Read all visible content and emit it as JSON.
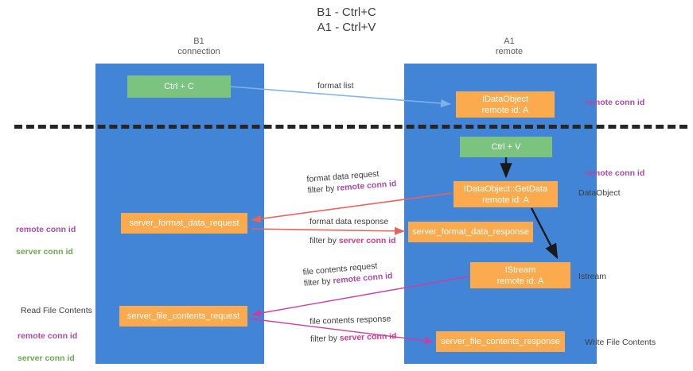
{
  "title": "B1 - Ctrl+C\nA1 - Ctrl+V",
  "columns": {
    "left": "B1\nconnection",
    "right": "A1\nremote"
  },
  "nodes": {
    "ctrl_c": "Ctrl + C",
    "idataobject": "IDataObject\nremote id: A",
    "ctrl_v": "Ctrl + V",
    "getdata": "IDataObject::GetData\nremote id: A",
    "server_format_data_request": "server_format_data_request",
    "server_format_data_response": "server_format_data_response",
    "istream": "IStream\nremote id: A",
    "server_file_contents_request": "server_file_contents_request",
    "server_file_contents_response": "server_file_contents_response"
  },
  "flow_labels": {
    "format_list": "format list",
    "format_data_request": "format data request",
    "format_data_request_filter_prefix": "filter by ",
    "format_data_request_filter_key": "remote conn id",
    "format_data_response": "format data response",
    "format_data_response_filter_prefix": "filter by ",
    "format_data_response_filter_key": "server conn id",
    "file_contents_request": "file contents request",
    "file_contents_request_filter_prefix": "filter by ",
    "file_contents_request_filter_key": "remote conn id",
    "file_contents_response": "file contents response",
    "file_contents_response_filter_prefix": "filter by ",
    "file_contents_response_filter_key": "server conn id"
  },
  "annotations": {
    "remote_conn_id_top": "remote conn id",
    "remote_conn_id_mid": "remote conn id",
    "dataobject": "DataObject",
    "istream": "Istream",
    "write_file_contents": "Write File Contents",
    "read_file_contents": "Read File Contents",
    "left_remote_conn_id": "remote conn id",
    "left_server_conn_id": "server conn id",
    "left_remote_conn_id_2": "remote conn id",
    "left_server_conn_id_2": "server conn id"
  },
  "colors": {
    "lane": "#4285d6",
    "node_green": "#7bc47f",
    "node_orange": "#fbab4e",
    "purple": "#a64ca6",
    "green_text": "#6aa84f",
    "arrow_blue": "#7fb3e8",
    "arrow_red": "#e8635c",
    "arrow_magenta": "#cc3d9e",
    "arrow_black": "#1a1a1a",
    "divider": "#262626"
  }
}
